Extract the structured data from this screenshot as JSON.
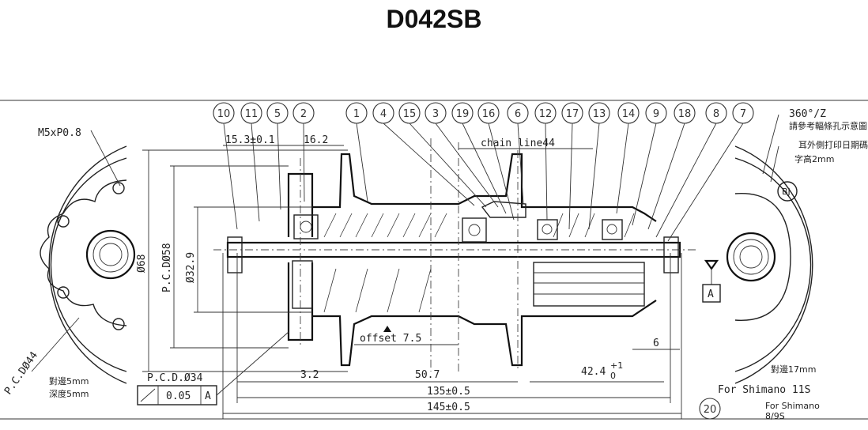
{
  "title": "D042SB",
  "balloons_top": [
    "10",
    "11",
    "5",
    "2",
    "1",
    "4",
    "15",
    "3",
    "19",
    "16",
    "6",
    "12",
    "17",
    "13",
    "14",
    "9",
    "18",
    "8",
    "7"
  ],
  "balloon_bottom": "20",
  "notes": {
    "left_thread": "M5xP0.8",
    "left_pcd": "P.C.DØ44",
    "left_depth": "對邊5mm",
    "left_depth2": "深度5mm",
    "right_angle": "360°/Z",
    "right_note1": "請參考輻條孔示意圖",
    "right_note2": "耳外側打印日期碼",
    "right_note3": "字高2mm",
    "logo": "BJ",
    "right_flat": "對邊17mm",
    "shimano11": "For Shimano 11S",
    "shimano89a": "For Shimano",
    "shimano89b": "8/9S",
    "datum": "A"
  },
  "dims": {
    "d1": "15.3±0.1",
    "d2": "16.2",
    "chain": "chain line44",
    "od68": "Ø68",
    "pcd58": "P.C.DØ58",
    "d329": "Ø32.9",
    "offset": "offset 7.5",
    "d6": "6",
    "d32": "3.2",
    "d507": "50.7",
    "d424": "42.4",
    "d424tol": "+1",
    "d424tol2": "0",
    "d135": "135±0.5",
    "d145": "145±0.5",
    "pcd34": "P.C.D.Ø34",
    "tol": "0.05",
    "tolref": "A"
  }
}
